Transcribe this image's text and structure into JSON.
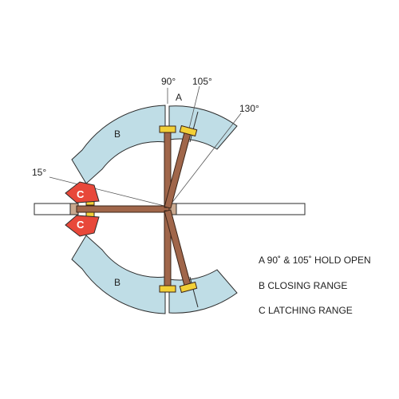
{
  "angle_labels": {
    "deg_90": "90°",
    "deg_105": "105°",
    "deg_130": "130°",
    "deg_15": "15°"
  },
  "zone_letters": {
    "a": "A",
    "b_top": "B",
    "b_bottom": "B",
    "c_top": "C",
    "c_bottom": "C"
  },
  "legend": {
    "a": "A  90˚ & 105˚ HOLD OPEN",
    "b": "B  CLOSING RANGE",
    "c": "C  LATCHING RANGE"
  },
  "colors": {
    "range_fill": "#bfdde6",
    "range_stroke": "#2b2b2b",
    "door_fill": "#a0664a",
    "door_stroke": "#3a2418",
    "wall_fill": "#ffffff",
    "latch_fill": "#e8483a",
    "hold_open_fill": "#f2d037",
    "line": "#555555"
  }
}
